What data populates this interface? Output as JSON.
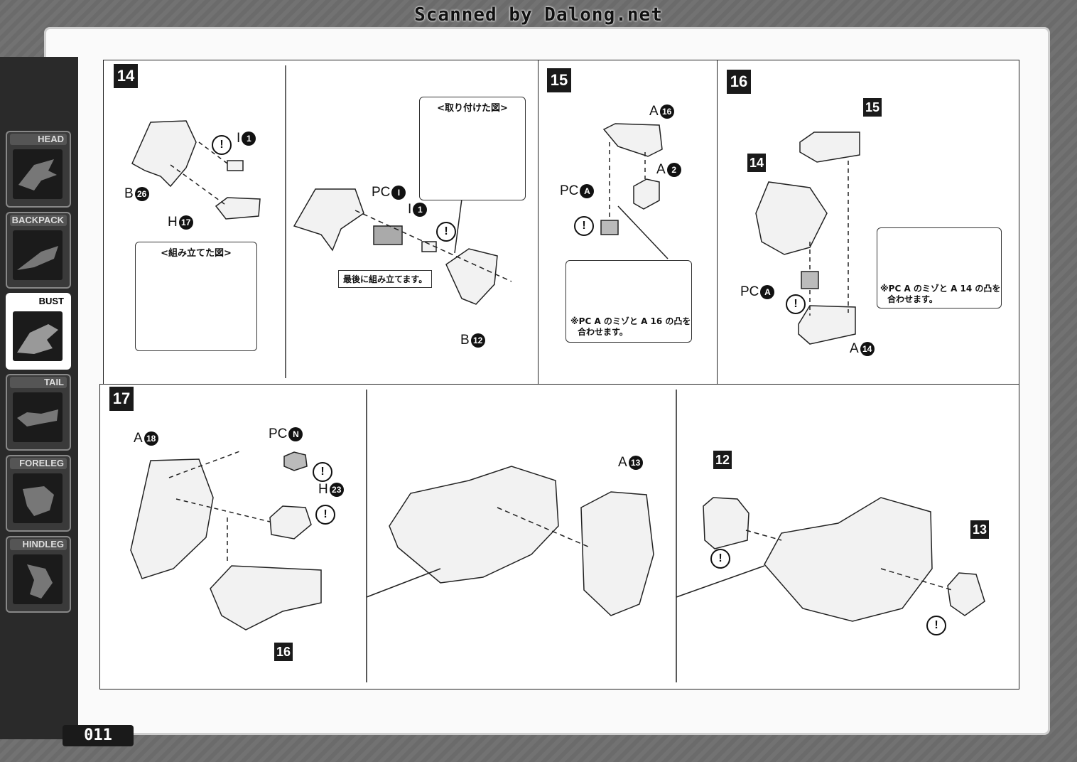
{
  "scan_credit": "Scanned by Dalong.net",
  "page_number": "011",
  "sidebar": {
    "tabs": [
      {
        "label": "HEAD",
        "icon": "head-icon",
        "active": false
      },
      {
        "label": "BACKPACK",
        "icon": "backpack-icon",
        "active": false
      },
      {
        "label": "BUST",
        "icon": "bust-icon",
        "active": true
      },
      {
        "label": "TAIL",
        "icon": "tail-icon",
        "active": false
      },
      {
        "label": "FORELEG",
        "icon": "foreleg-icon",
        "active": false
      },
      {
        "label": "HINDLEG",
        "icon": "hindleg-icon",
        "active": false
      }
    ]
  },
  "steps": {
    "s14": {
      "number": "14",
      "labels": {
        "i1": "I",
        "i1_num": "1",
        "b26": "B",
        "b26_num": "26",
        "h17": "H",
        "h17_num": "17",
        "pci": "PC",
        "pci_letter": "I",
        "i1b": "I",
        "i1b_num": "1",
        "b12": "B",
        "b12_num": "12"
      },
      "assembled_note": "<組み立てた図>",
      "attached_note": "<取り付けた図>",
      "last_assemble_note": "最後に組み立てます。"
    },
    "s15": {
      "number": "15",
      "labels": {
        "a16": "A",
        "a16_num": "16",
        "a2": "A",
        "a2_num": "2",
        "pca": "PC",
        "pca_letter": "A"
      },
      "note_line1": "※PC A のミゾと A 16 の凸を",
      "note_line2": "合わせます。"
    },
    "s16": {
      "number": "16",
      "ref15": "15",
      "ref14": "14",
      "labels": {
        "pca": "PC",
        "pca_letter": "A",
        "a14": "A",
        "a14_num": "14"
      },
      "note_line1": "※PC A のミゾと A 14 の凸を",
      "note_line2": "合わせます。"
    },
    "s17": {
      "number": "17",
      "ref16": "16",
      "ref12": "12",
      "ref13": "13",
      "labels": {
        "a18": "A",
        "a18_num": "18",
        "pcn": "PC",
        "pcn_letter": "N",
        "h23": "H",
        "h23_num": "23",
        "a13": "A",
        "a13_num": "13"
      }
    }
  }
}
